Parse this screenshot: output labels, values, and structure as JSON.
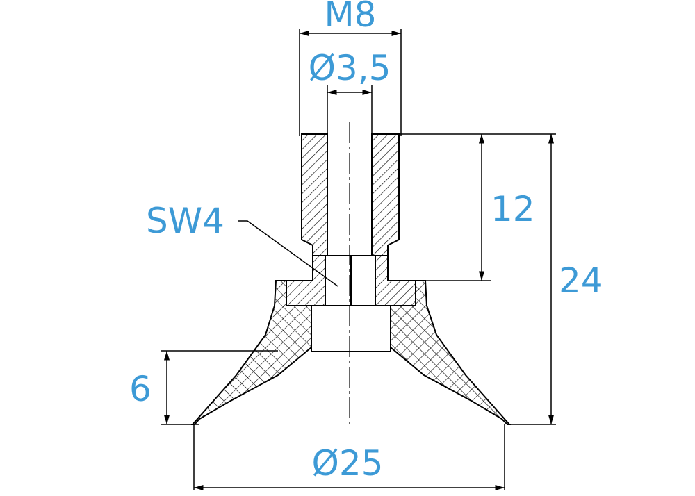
{
  "drawing": {
    "dimensions": {
      "thread": "M8",
      "bore": "Ø3,5",
      "wrench_size": "SW4",
      "thread_length": "12",
      "total_height": "24",
      "lip_height": "6",
      "cup_diameter": "Ø25"
    },
    "colors": {
      "dimension_text": "#3d9ad6",
      "lines": "#000000",
      "background": "#ffffff"
    }
  }
}
